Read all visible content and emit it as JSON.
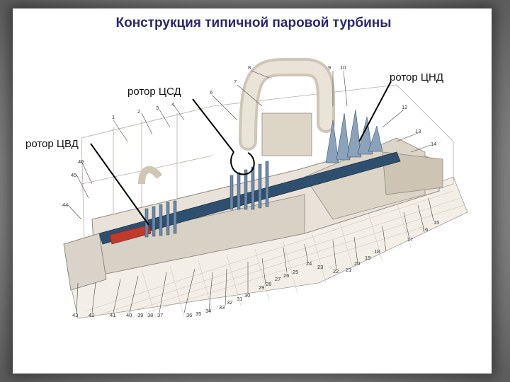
{
  "title": "Конструкция типичной паровой турбины",
  "rotor_labels": {
    "hp": "ротор ЦВД",
    "ip": "ротор ЦСД",
    "lp": "ротор ЦНД"
  },
  "callouts": [
    "1",
    "2",
    "3",
    "4",
    "6",
    "7",
    "8",
    "9",
    "10",
    "12",
    "13",
    "14",
    "15",
    "16",
    "17",
    "18",
    "19",
    "20",
    "21",
    "22",
    "23",
    "24",
    "25",
    "26",
    "27",
    "28",
    "29",
    "30",
    "31",
    "32",
    "33",
    "34",
    "35",
    "36",
    "37",
    "38",
    "39",
    "40",
    "41",
    "42",
    "43",
    "44",
    "45",
    "46"
  ],
  "colors": {
    "title": "#2b2870",
    "rotor": "#2f4f6f",
    "hot_section": "#c0392b",
    "casing": "#e8e2d8"
  }
}
